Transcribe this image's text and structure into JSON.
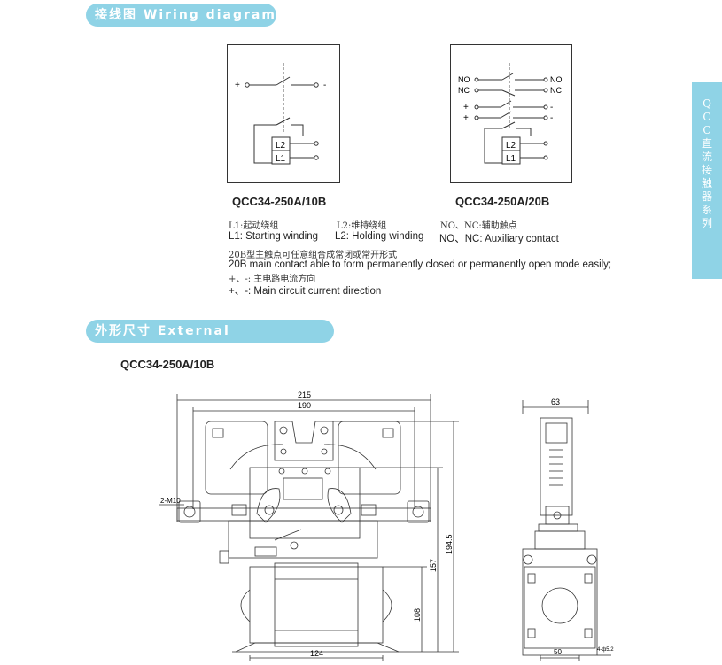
{
  "sections": {
    "wiring_title": "接线图 Wiring diagram",
    "dims_title": "外形尺寸 External Dimensions"
  },
  "side_tab": [
    "Q",
    "C",
    "C",
    "直",
    "流",
    "接",
    "触",
    "器",
    "系",
    "列"
  ],
  "wiring": {
    "model_left": "QCC34-250A/10B",
    "model_right": "QCC34-250A/20B",
    "left_labels": {
      "plus": "+",
      "minus": "-",
      "l2": "L2",
      "l1": "L1"
    },
    "right_labels": {
      "no": "NO",
      "nc": "NC",
      "plus": "+",
      "minus": "-",
      "l2": "L2",
      "l1": "L1"
    }
  },
  "legend": {
    "cn_l1": "L1:起动绕组",
    "cn_l2": "L2:维持绕组",
    "cn_aux": "NO、NC:辅助触点",
    "en_l1": "L1: Starting winding",
    "en_l2": "L2: Holding winding",
    "en_aux": "NO、NC: Auxiliary contact",
    "cn_20b": "20B型主触点可任意组合成常闭或常开形式",
    "en_20b": "20B main contact able to form permanently closed or permanently open mode easily;",
    "cn_dir": "+、-: 主电路电流方向",
    "en_dir": "+、-: Main circuit current direction"
  },
  "dims": {
    "model": "QCC34-250A/10B",
    "w215": "215",
    "w190": "190",
    "h194": "194.5",
    "h157": "157",
    "h108": "108",
    "w124": "124",
    "bolt": "2-M10",
    "side_w63": "63",
    "side_w50": "50",
    "side_note": "4-ф5.2"
  }
}
